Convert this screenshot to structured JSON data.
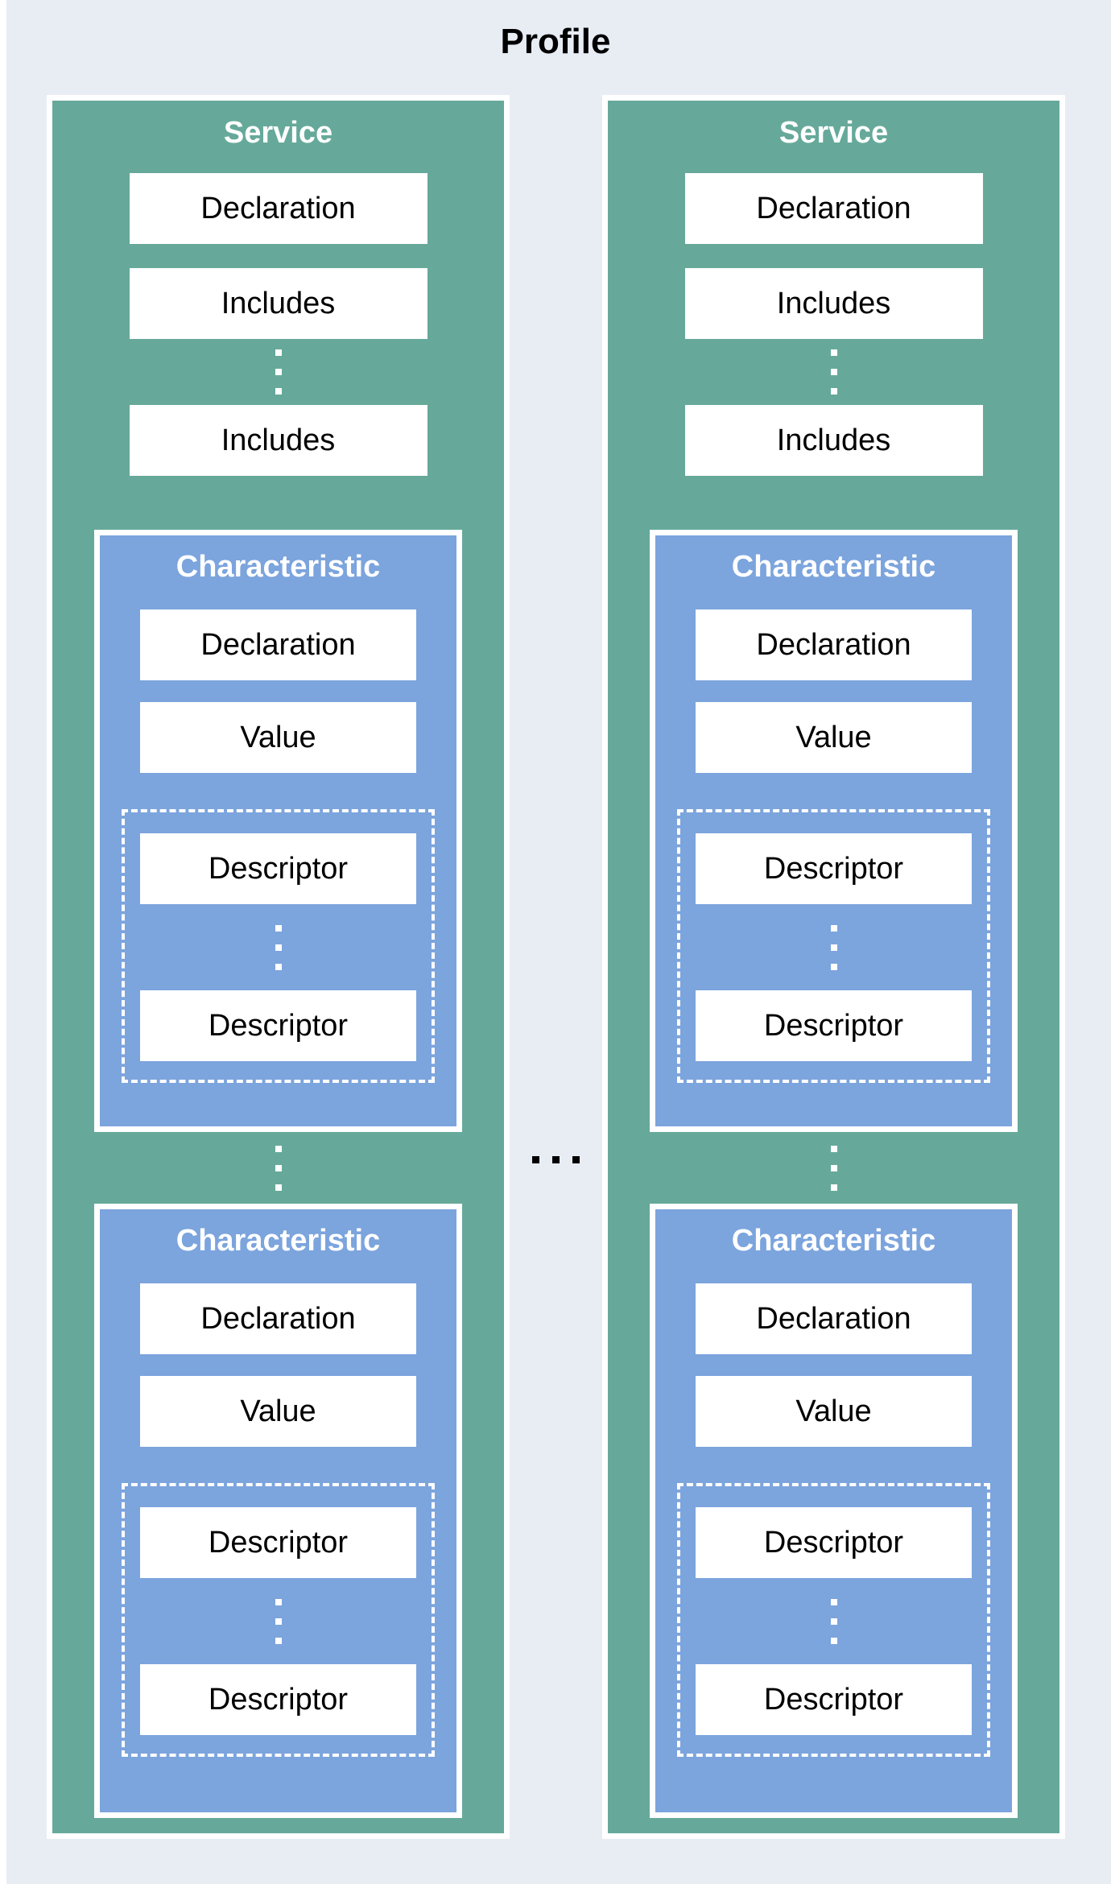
{
  "title": "Profile",
  "colors": {
    "background": "#E8EDF4",
    "service_panel": "#66A99A",
    "characteristic_panel": "#7CA4DD",
    "inner_box": "#FFFFFF",
    "panel_border": "#FFFFFF",
    "text": "#000000",
    "panel_title_text": "#FFFFFF",
    "column_separator_dots": "#000000",
    "panel_ellipsis_dots": "#FFFFFF"
  },
  "ellipsis": {
    "horizontal_between_services": "...",
    "vertical_between_items": "⋮"
  },
  "services": [
    {
      "label": "Service",
      "declaration": "Declaration",
      "includes": [
        "Includes",
        "Includes"
      ],
      "characteristics": [
        {
          "label": "Characteristic",
          "declaration": "Declaration",
          "value": "Value",
          "descriptors": [
            "Descriptor",
            "Descriptor"
          ]
        },
        {
          "label": "Characteristic",
          "declaration": "Declaration",
          "value": "Value",
          "descriptors": [
            "Descriptor",
            "Descriptor"
          ]
        }
      ]
    },
    {
      "label": "Service",
      "declaration": "Declaration",
      "includes": [
        "Includes",
        "Includes"
      ],
      "characteristics": [
        {
          "label": "Characteristic",
          "declaration": "Declaration",
          "value": "Value",
          "descriptors": [
            "Descriptor",
            "Descriptor"
          ]
        },
        {
          "label": "Characteristic",
          "declaration": "Declaration",
          "value": "Value",
          "descriptors": [
            "Descriptor",
            "Descriptor"
          ]
        }
      ]
    }
  ]
}
